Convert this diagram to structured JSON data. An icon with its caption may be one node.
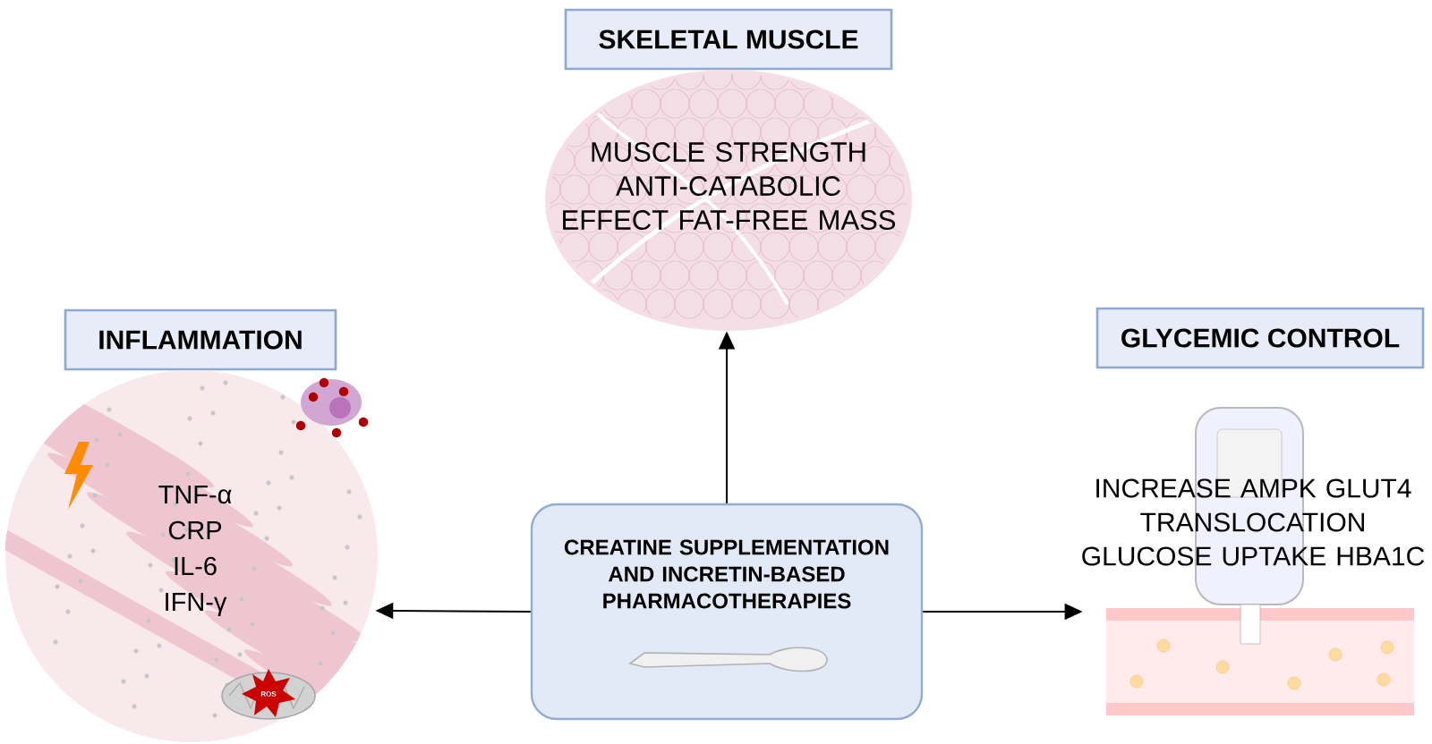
{
  "diagram": {
    "nodes": [
      {
        "text": [
          "SKELETAL MUSCLE",
          "MUSCLE STRENGTH ANTI-CATABOLIC EFFECT FAT-FREE MASS"
        ]
      },
      {
        "text": [
          "INFLAMMATION",
          "TNF-α CRP IL-6 IFN-γ"
        ]
      },
      {
        "text": [
          "GLYCEMIC CONTROL",
          "INCREASE AMPK GLUT4 TRANSLOCATION GLUCOSE UPTAKE HBA1C"
        ]
      },
      {
        "text": [
          "CREATINE SUPPLEMENTATION AND INCRETIN-BASED PHARMACOTHERAPIES"
        ]
      }
    ],
    "edges": [
      {
        "from": 3,
        "to": 0,
        "arrow": "to"
      },
      {
        "from": 3,
        "to": 1,
        "arrow": "to"
      },
      {
        "from": 3,
        "to": 2,
        "arrow": "to"
      }
    ],
    "labels": [
      "ROS"
    ]
  }
}
